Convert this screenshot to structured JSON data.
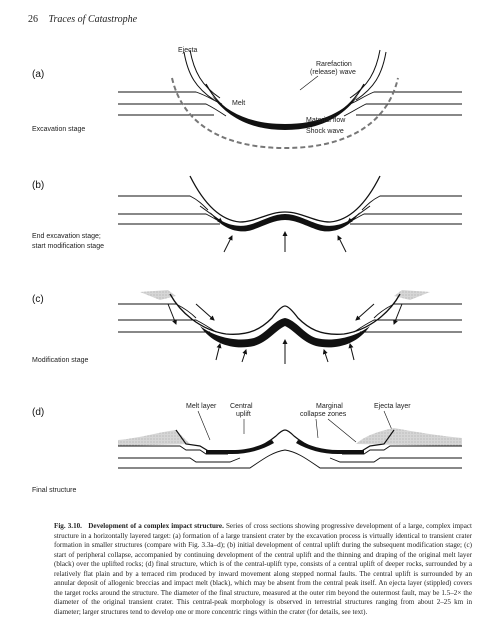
{
  "header": {
    "page_number": "26",
    "running_title": "Traces of Catastrophe"
  },
  "panels": {
    "a": {
      "tag": "(a)",
      "stage": "Excavation stage",
      "labels": {
        "ejecta": "Ejecta",
        "rarefaction_1": "Rarefaction",
        "rarefaction_2": "(release) wave",
        "melt": "Melt",
        "material_flow": "Material flow",
        "shock_wave": "Shock wave"
      }
    },
    "b": {
      "tag": "(b)",
      "stage_1": "End excavation stage;",
      "stage_2": "start modification stage"
    },
    "c": {
      "tag": "(c)",
      "stage": "Modification stage"
    },
    "d": {
      "tag": "(d)",
      "stage": "Final structure",
      "labels": {
        "melt_layer": "Melt layer",
        "central_1": "Central",
        "central_2": "uplift",
        "marginal_1": "Marginal",
        "marginal_2": "collapse zones",
        "ejecta_layer": "Ejecta  layer"
      }
    }
  },
  "caption": {
    "label": "Fig. 3.10.",
    "title": "Development of a complex impact structure.",
    "body": "Series of cross sections showing progressive development of a large, complex impact structure in a horizontally layered target: (a) formation of a large transient crater by the excavation process is virtually identical to transient crater formation in smaller structures (compare with Fig. 3.3a–d); (b) initial development of central uplift during the subsequent modification stage; (c) start of peripheral collapse, accompanied by continuing development of the central uplift and the thinning and draping of the original melt layer (black) over the uplifted rocks; (d) final structure, which is of the central-uplift type, consists of a central uplift of deeper rocks, surrounded by a relatively flat plain and by a terraced rim produced by inward movement along stepped normal faults. The central uplift is surrounded by an annular deposit of allogenic breccias and impact melt (black), which may be absent from the central peak itself. An ejecta layer (stippled) covers the target rocks around the structure. The diameter of the final structure, measured at the outer rim beyond the outermost fault, may be 1.5–2× the diameter of the original transient crater. This central-peak morphology is observed in terrestrial structures ranging from about 2–25 km in diameter; larger structures tend to develop one or more concentric rings within the crater (for details, see text)."
  }
}
